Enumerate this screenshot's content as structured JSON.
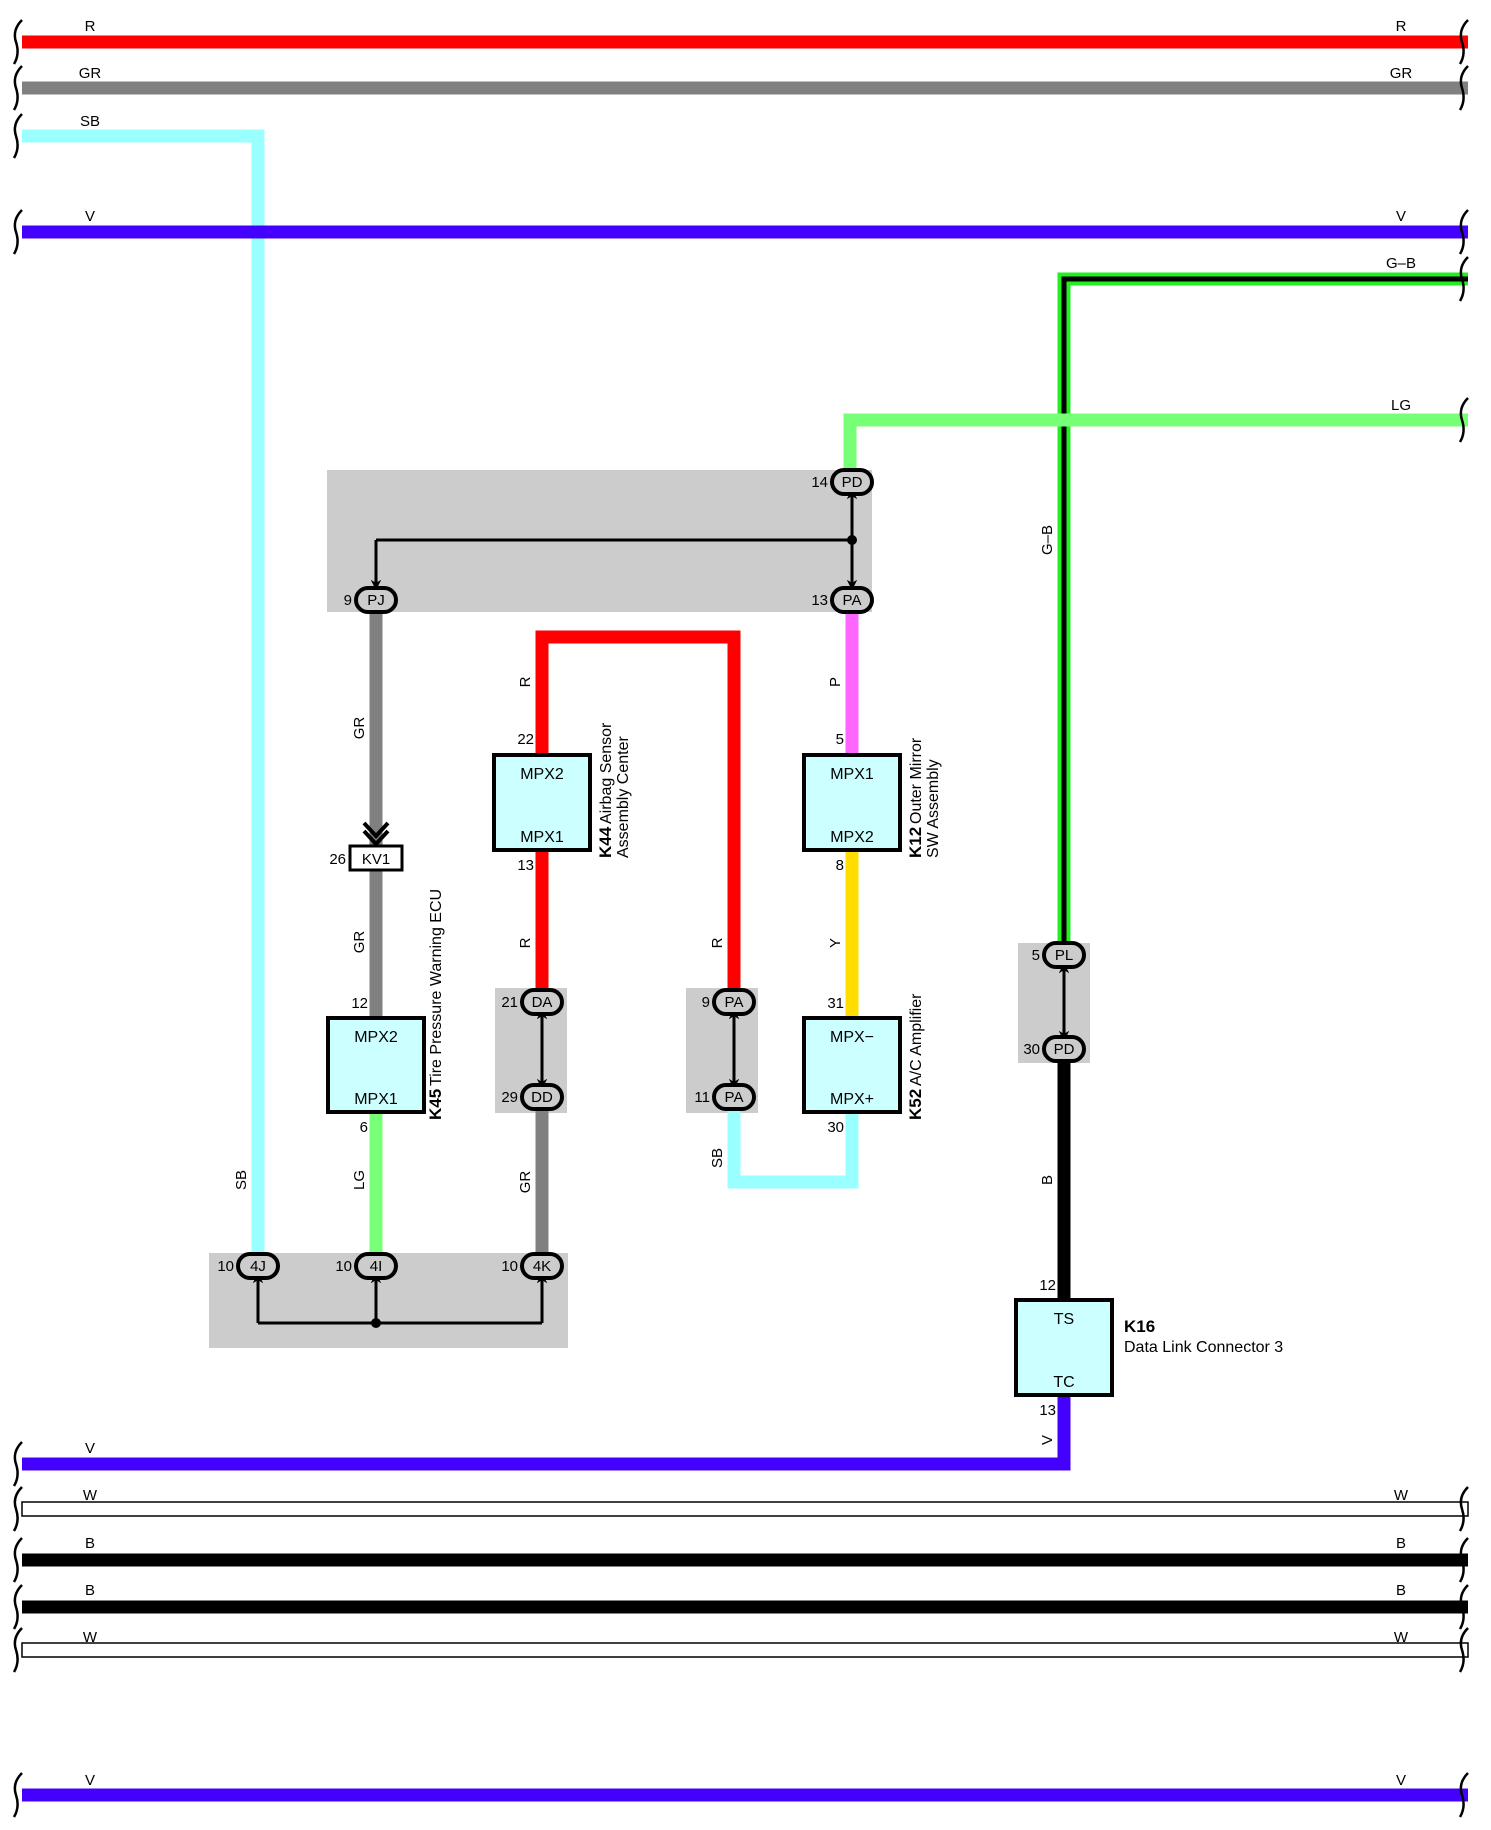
{
  "colors": {
    "R": "#ff0000",
    "GR": "#808080",
    "SB": "#99ffff",
    "V": "#4400ff",
    "G": "#22ee22",
    "B": "#000000",
    "LG": "#77ff77",
    "P": "#ff66ff",
    "Y": "#ffdd00",
    "W": "#ffffff",
    "splice_area": "#cccccc",
    "component_fill": "#ccffff"
  },
  "wires": {
    "r_top": {
      "left": "R",
      "right": "R"
    },
    "gr_top": {
      "left": "GR",
      "right": "GR"
    },
    "sb_top": {
      "left": "SB",
      "mid": "SB"
    },
    "v_top": {
      "left": "V",
      "right": "V"
    },
    "gb": {
      "right": "G–B",
      "vertical": "G–B"
    },
    "lg": {
      "right": "LG"
    },
    "v_dlc": {
      "left": "V",
      "vertical": "V"
    },
    "w1": {
      "left": "W",
      "right": "W"
    },
    "b1": {
      "left": "B",
      "right": "B"
    },
    "b2": {
      "left": "B",
      "right": "B"
    },
    "w2": {
      "left": "W",
      "right": "W"
    },
    "v_bottom": {
      "left": "V",
      "right": "V"
    },
    "gr_pj": "GR",
    "gr_kv1": "GR",
    "lg_k45": "LG",
    "r_k44_top": "R",
    "r_k44_bot": "R",
    "gr_dd": "GR",
    "r_pa": "R",
    "sb_pa": "SB",
    "p_k12": "P",
    "y_k52": "Y",
    "b_dlc": "B"
  },
  "connectors": {
    "pd_top": {
      "pin": "14",
      "plug": "PD"
    },
    "pa_top": {
      "pin": "13",
      "plug": "PA"
    },
    "pj": {
      "pin": "9",
      "plug": "PJ"
    },
    "kv1": {
      "pin": "26",
      "plug": "KV1"
    },
    "da": {
      "pin": "21",
      "plug": "DA"
    },
    "dd": {
      "pin": "29",
      "plug": "DD"
    },
    "pa_9": {
      "pin": "9",
      "plug": "PA"
    },
    "pa_11": {
      "pin": "11",
      "plug": "PA"
    },
    "pl": {
      "pin": "5",
      "plug": "PL"
    },
    "pd_30": {
      "pin": "30",
      "plug": "PD"
    },
    "j4j": {
      "pin": "10",
      "plug": "4J"
    },
    "j4i": {
      "pin": "10",
      "plug": "4I"
    },
    "j4k": {
      "pin": "10",
      "plug": "4K"
    }
  },
  "components": {
    "k45": {
      "code": "K45",
      "name": "Tire Pressure Warning ECU",
      "top": "MPX2",
      "bottom": "MPX1",
      "pin_top": "12",
      "pin_bottom": "6"
    },
    "k44": {
      "code": "K44",
      "name_line1": "Airbag Sensor",
      "name_line2": "Assembly Center",
      "top": "MPX2",
      "bottom": "MPX1",
      "pin_top": "22",
      "pin_bottom": "13"
    },
    "k12": {
      "code": "K12",
      "name_line1": "Outer Mirror",
      "name_line2": "SW Assembly",
      "top": "MPX1",
      "bottom": "MPX2",
      "pin_top": "5",
      "pin_bottom": "8"
    },
    "k52": {
      "code": "K52",
      "name": "A/C Amplifier",
      "top": "MPX−",
      "bottom": "MPX+",
      "pin_top": "31",
      "pin_bottom": "30"
    },
    "k16": {
      "code": "K16",
      "name": "Data Link Connector 3",
      "top": "TS",
      "bottom": "TC",
      "pin_top": "12",
      "pin_bottom": "13"
    }
  }
}
